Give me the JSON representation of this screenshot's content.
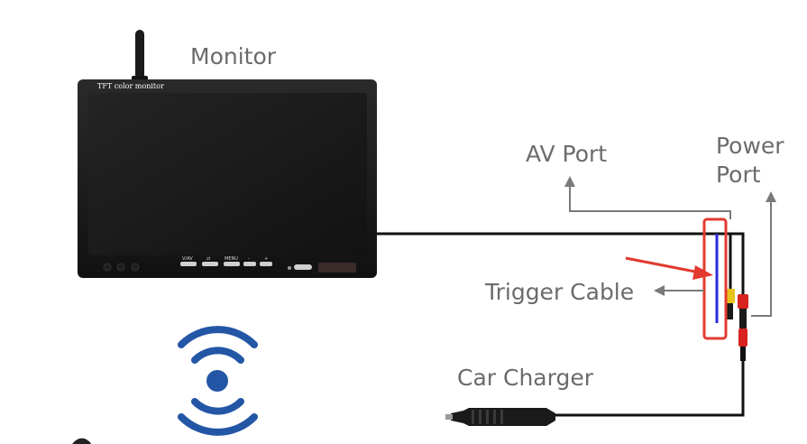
{
  "diagram": {
    "labels": {
      "monitor": "Monitor",
      "av_port": "AV Port",
      "power_port": "Power\nPort",
      "trigger_cable": "Trigger Cable",
      "car_charger": "Car Charger"
    },
    "monitor_brand_text": "TFT color monitor",
    "monitor_buttons": [
      "V/AV",
      "⇄",
      "MENU",
      "-",
      "+"
    ],
    "colors": {
      "label_gray": "#6b6b6b",
      "cable_black": "#111111",
      "arrow_gray": "#7a7a7a",
      "highlight_red": "#e23a2f",
      "wifi_blue": "#2456a6",
      "trigger_wire_blue": "#2b2bdc",
      "plug_yellow": "#e8c21a",
      "plug_red": "#d8231e"
    },
    "icons": [
      "antenna-icon",
      "wireless-signal-icon",
      "car-charger-plug-icon"
    ]
  }
}
